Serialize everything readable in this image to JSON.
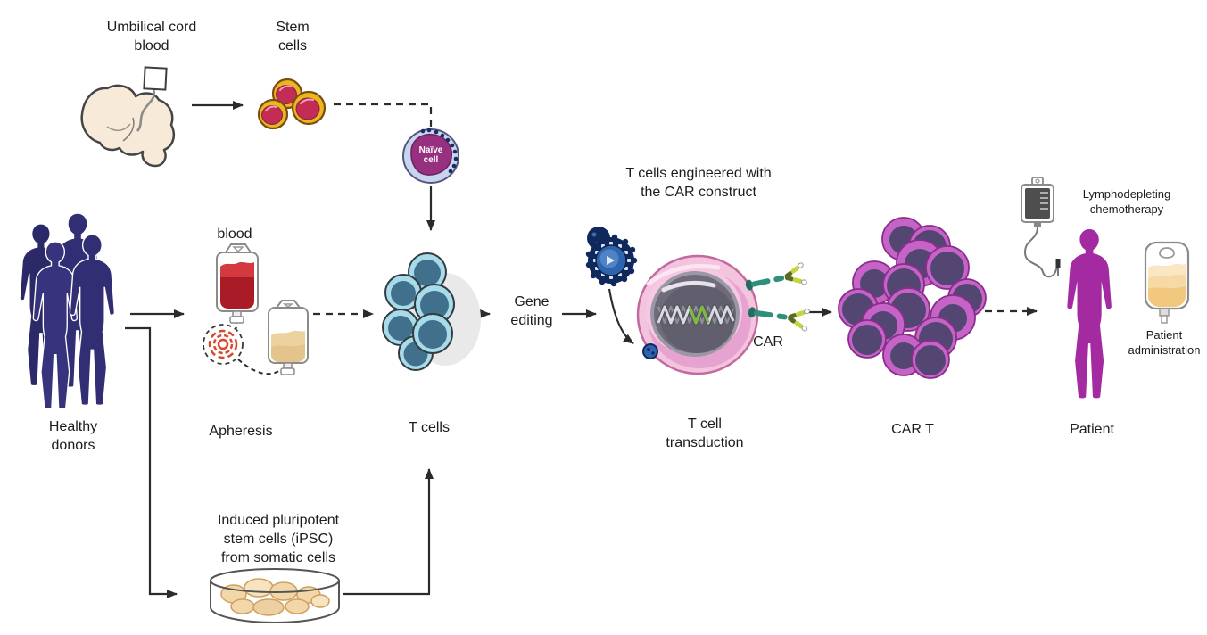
{
  "diagram": {
    "labels": {
      "umbilical_cord_blood": "Umbilical cord\nblood",
      "stem_cells": "Stem\ncells",
      "naive_cell": "Naïve\ncell",
      "blood": "blood",
      "healthy_donors": "Healthy\ndonors",
      "apheresis": "Apheresis",
      "t_cells": "T cells",
      "gene_editing": "Gene\nediting",
      "engineered_title": "T cells engineered with\nthe CAR construct",
      "car": "CAR",
      "t_cell_transduction": "T cell\ntransduction",
      "car_t": "CAR T",
      "patient": "Patient",
      "lymphodepleting_chemotherapy": "Lymphodepleting\nchemotherapy",
      "patient_administration": "Patient\nadministration",
      "ipsc": "Induced pluripotent\nstem cells (iPSC)\nfrom somatic cells"
    },
    "colors": {
      "text": "#1c1c1c",
      "arrow": "#2b2b2b",
      "donor": "#322e74",
      "patient-magenta": "#a32aa0",
      "blood-red": "#d23a40",
      "blood-red-dark": "#a91b26",
      "plasma-cream": "#edd29f",
      "bag-outline": "#8b8b8b",
      "centrifuge-red": "#d9472e",
      "stem-gold": "#e9b71f",
      "stem-rim": "#7c4c10",
      "stem-core": "#c22c55",
      "naive-outer": "#c7d5ee",
      "naive-outline": "#55567e",
      "naive-inner": "#97307e",
      "naive-dot": "#1d2b63",
      "tcell-outer": "#a7dbe9",
      "tcell-inner": "#41708c",
      "tcell-outline": "#333b40",
      "virus-dark": "#10295d",
      "virus-mid": "#2e63ae",
      "virus-light": "#6d9fd8",
      "cell-pink": "#f4c3de",
      "cell-pink-rim": "#c2699f",
      "cell-pink-deep": "#e7a3cf",
      "nucleus-gray": "#6f6b7b",
      "nucleus-rim": "#9b97a6",
      "dna-light": "#d9dde2",
      "dna-green": "#7cb842",
      "receptor-rod": "#2f8f7c",
      "receptor-dark": "#5d6b22",
      "receptor-bright": "#c5d438",
      "cart-outer": "#c563c6",
      "cart-rim": "#8a2d8c",
      "cart-inner": "#544673",
      "chemo-dark": "#4e4e4e",
      "fetus-skin": "#f7ead9",
      "outline-dark": "#454545",
      "dish-cell": "#f2d7a8",
      "dish-cell-rim": "#cf9f5f",
      "shadow": "#e9e9e9"
    }
  }
}
